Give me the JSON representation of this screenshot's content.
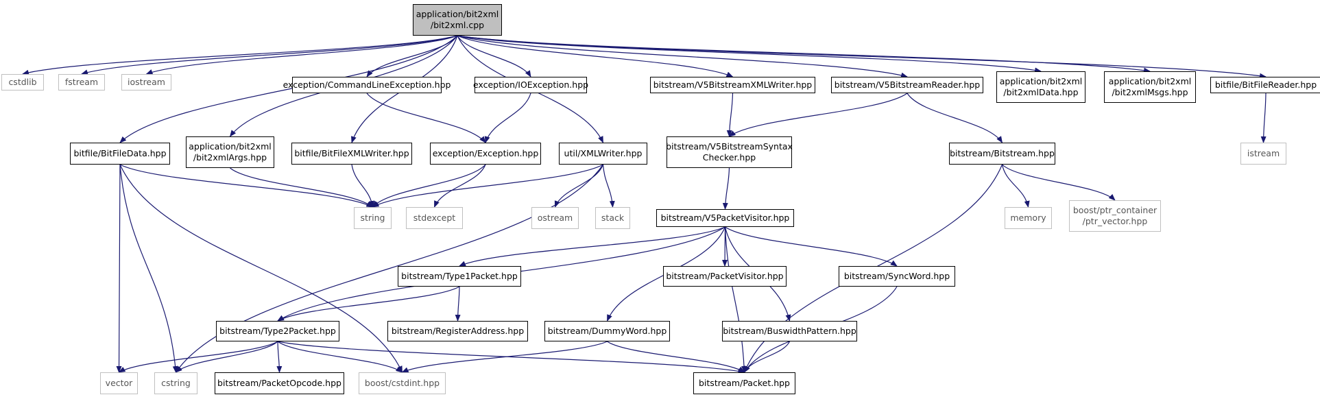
{
  "nodes": [
    {
      "id": "root",
      "kind": "root",
      "label": "application/bit2xml\n/bit2xml.cpp"
    },
    {
      "id": "cstdlib",
      "kind": "ext",
      "label": "cstdlib"
    },
    {
      "id": "fstream",
      "kind": "ext",
      "label": "fstream"
    },
    {
      "id": "iostream",
      "kind": "ext",
      "label": "iostream"
    },
    {
      "id": "cmdex",
      "kind": "proj",
      "label": "exception/CommandLineException.hpp"
    },
    {
      "id": "ioex",
      "kind": "proj",
      "label": "exception/IOException.hpp"
    },
    {
      "id": "v5xml",
      "kind": "proj",
      "label": "bitstream/V5BitstreamXMLWriter.hpp"
    },
    {
      "id": "v5reader",
      "kind": "proj",
      "label": "bitstream/V5BitstreamReader.hpp"
    },
    {
      "id": "b2xdata",
      "kind": "proj",
      "label": "application/bit2xml\n/bit2xmlData.hpp"
    },
    {
      "id": "b2xmsgs",
      "kind": "proj",
      "label": "application/bit2xml\n/bit2xmlMsgs.hpp"
    },
    {
      "id": "bfreader",
      "kind": "proj",
      "label": "bitfile/BitFileReader.hpp"
    },
    {
      "id": "bfdata",
      "kind": "proj",
      "label": "bitfile/BitFileData.hpp"
    },
    {
      "id": "b2xargs",
      "kind": "proj",
      "label": "application/bit2xml\n/bit2xmlArgs.hpp"
    },
    {
      "id": "bfxml",
      "kind": "proj",
      "label": "bitfile/BitFileXMLWriter.hpp"
    },
    {
      "id": "exc",
      "kind": "proj",
      "label": "exception/Exception.hpp"
    },
    {
      "id": "xmlw",
      "kind": "proj",
      "label": "util/XMLWriter.hpp"
    },
    {
      "id": "syntax",
      "kind": "proj",
      "label": "bitstream/V5BitstreamSyntax\nChecker.hpp"
    },
    {
      "id": "bitstream",
      "kind": "proj",
      "label": "bitstream/Bitstream.hpp"
    },
    {
      "id": "istream",
      "kind": "ext",
      "label": "istream"
    },
    {
      "id": "string",
      "kind": "ext",
      "label": "string"
    },
    {
      "id": "stdexcept",
      "kind": "ext",
      "label": "stdexcept"
    },
    {
      "id": "ostream",
      "kind": "ext",
      "label": "ostream"
    },
    {
      "id": "stack",
      "kind": "ext",
      "label": "stack"
    },
    {
      "id": "memory",
      "kind": "ext",
      "label": "memory"
    },
    {
      "id": "ptrvec",
      "kind": "ext",
      "label": "boost/ptr_container\n/ptr_vector.hpp"
    },
    {
      "id": "v5pv",
      "kind": "proj",
      "label": "bitstream/V5PacketVisitor.hpp"
    },
    {
      "id": "t1",
      "kind": "proj",
      "label": "bitstream/Type1Packet.hpp"
    },
    {
      "id": "pv",
      "kind": "proj",
      "label": "bitstream/PacketVisitor.hpp"
    },
    {
      "id": "sync",
      "kind": "proj",
      "label": "bitstream/SyncWord.hpp"
    },
    {
      "id": "t2",
      "kind": "proj",
      "label": "bitstream/Type2Packet.hpp"
    },
    {
      "id": "regaddr",
      "kind": "proj",
      "label": "bitstream/RegisterAddress.hpp"
    },
    {
      "id": "dummy",
      "kind": "proj",
      "label": "bitstream/DummyWord.hpp"
    },
    {
      "id": "busw",
      "kind": "proj",
      "label": "bitstream/BuswidthPattern.hpp"
    },
    {
      "id": "vector",
      "kind": "ext",
      "label": "vector"
    },
    {
      "id": "cstring",
      "kind": "ext",
      "label": "cstring"
    },
    {
      "id": "opcode",
      "kind": "proj",
      "label": "bitstream/PacketOpcode.hpp"
    },
    {
      "id": "cstdint",
      "kind": "ext",
      "label": "boost/cstdint.hpp"
    },
    {
      "id": "packet",
      "kind": "proj",
      "label": "bitstream/Packet.hpp"
    }
  ],
  "edges": [
    [
      "root",
      "cstdlib"
    ],
    [
      "root",
      "fstream"
    ],
    [
      "root",
      "iostream"
    ],
    [
      "root",
      "bfdata"
    ],
    [
      "root",
      "b2xargs"
    ],
    [
      "root",
      "bfxml"
    ],
    [
      "root",
      "cmdex"
    ],
    [
      "root",
      "ioex"
    ],
    [
      "root",
      "xmlw"
    ],
    [
      "root",
      "v5xml"
    ],
    [
      "root",
      "v5reader"
    ],
    [
      "root",
      "b2xdata"
    ],
    [
      "root",
      "b2xmsgs"
    ],
    [
      "root",
      "bfreader"
    ],
    [
      "cmdex",
      "exc"
    ],
    [
      "ioex",
      "exc"
    ],
    [
      "v5xml",
      "syntax"
    ],
    [
      "v5reader",
      "syntax"
    ],
    [
      "v5reader",
      "bitstream"
    ],
    [
      "bfreader",
      "istream"
    ],
    [
      "bfdata",
      "string"
    ],
    [
      "bfdata",
      "vector"
    ],
    [
      "bfdata",
      "cstring"
    ],
    [
      "bfdata",
      "cstdint"
    ],
    [
      "b2xargs",
      "string"
    ],
    [
      "bfxml",
      "string"
    ],
    [
      "exc",
      "string"
    ],
    [
      "exc",
      "stdexcept"
    ],
    [
      "xmlw",
      "string"
    ],
    [
      "xmlw",
      "ostream"
    ],
    [
      "xmlw",
      "stack"
    ],
    [
      "xmlw",
      "cstring"
    ],
    [
      "syntax",
      "v5pv"
    ],
    [
      "bitstream",
      "memory"
    ],
    [
      "bitstream",
      "ptrvec"
    ],
    [
      "bitstream",
      "packet"
    ],
    [
      "v5pv",
      "t2"
    ],
    [
      "v5pv",
      "t1"
    ],
    [
      "v5pv",
      "dummy"
    ],
    [
      "v5pv",
      "packet"
    ],
    [
      "v5pv",
      "pv"
    ],
    [
      "v5pv",
      "busw"
    ],
    [
      "v5pv",
      "sync"
    ],
    [
      "t1",
      "t2"
    ],
    [
      "t1",
      "regaddr"
    ],
    [
      "t2",
      "vector"
    ],
    [
      "t2",
      "cstring"
    ],
    [
      "t2",
      "opcode"
    ],
    [
      "t2",
      "cstdint"
    ],
    [
      "t2",
      "packet"
    ],
    [
      "dummy",
      "cstdint"
    ],
    [
      "dummy",
      "packet"
    ],
    [
      "busw",
      "packet"
    ],
    [
      "sync",
      "packet"
    ]
  ],
  "colors": {
    "edge": "#191970",
    "project_border": "#000000",
    "external_border": "#bfbfbf",
    "root_fill": "#bfbfbf"
  }
}
